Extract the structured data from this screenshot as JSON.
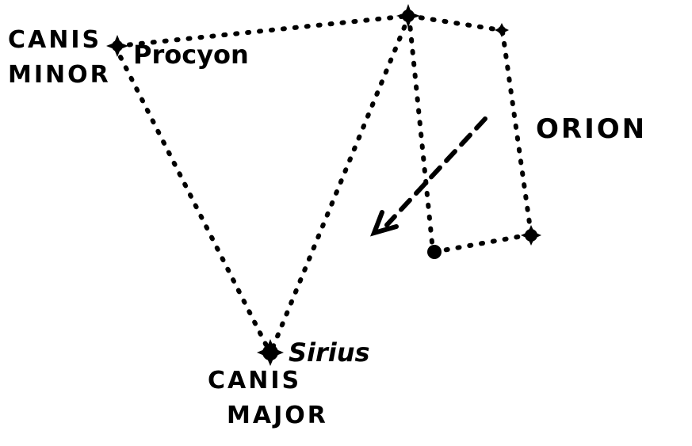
{
  "labels": {
    "canis_minor_line1": "CANIS",
    "canis_minor_line2": "MINOR",
    "procyon": "Procyon",
    "orion": "ORION",
    "sirius": "Sirius",
    "canis_major_line1": "CANIS",
    "canis_major_line2": "MAJOR"
  },
  "colors": {
    "ink": "#000000",
    "background": "#ffffff"
  }
}
